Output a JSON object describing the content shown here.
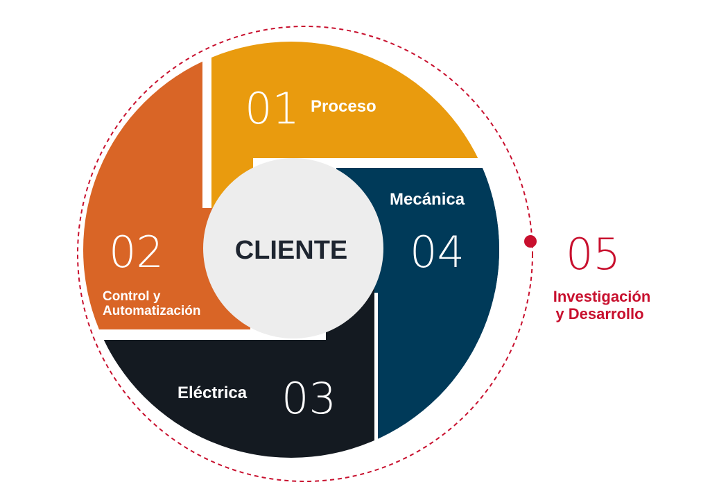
{
  "center": {
    "label": "CLIENTE"
  },
  "segments": [
    {
      "number": "01",
      "label": "Proceso",
      "color": "#E99B0E"
    },
    {
      "number": "02",
      "label_line1": "Control y",
      "label_line2": "Automatización",
      "color": "#D96526"
    },
    {
      "number": "03",
      "label": "Eléctrica",
      "color": "#141A21"
    },
    {
      "number": "04",
      "label": "Mecánica",
      "color": "#003A59"
    }
  ],
  "outer": {
    "number": "05",
    "label_line1": "Investigación",
    "label_line2": "y Desarrollo",
    "color": "#C8102E"
  },
  "colors": {
    "center": "#EDEDED",
    "center_text": "#1E2530"
  }
}
